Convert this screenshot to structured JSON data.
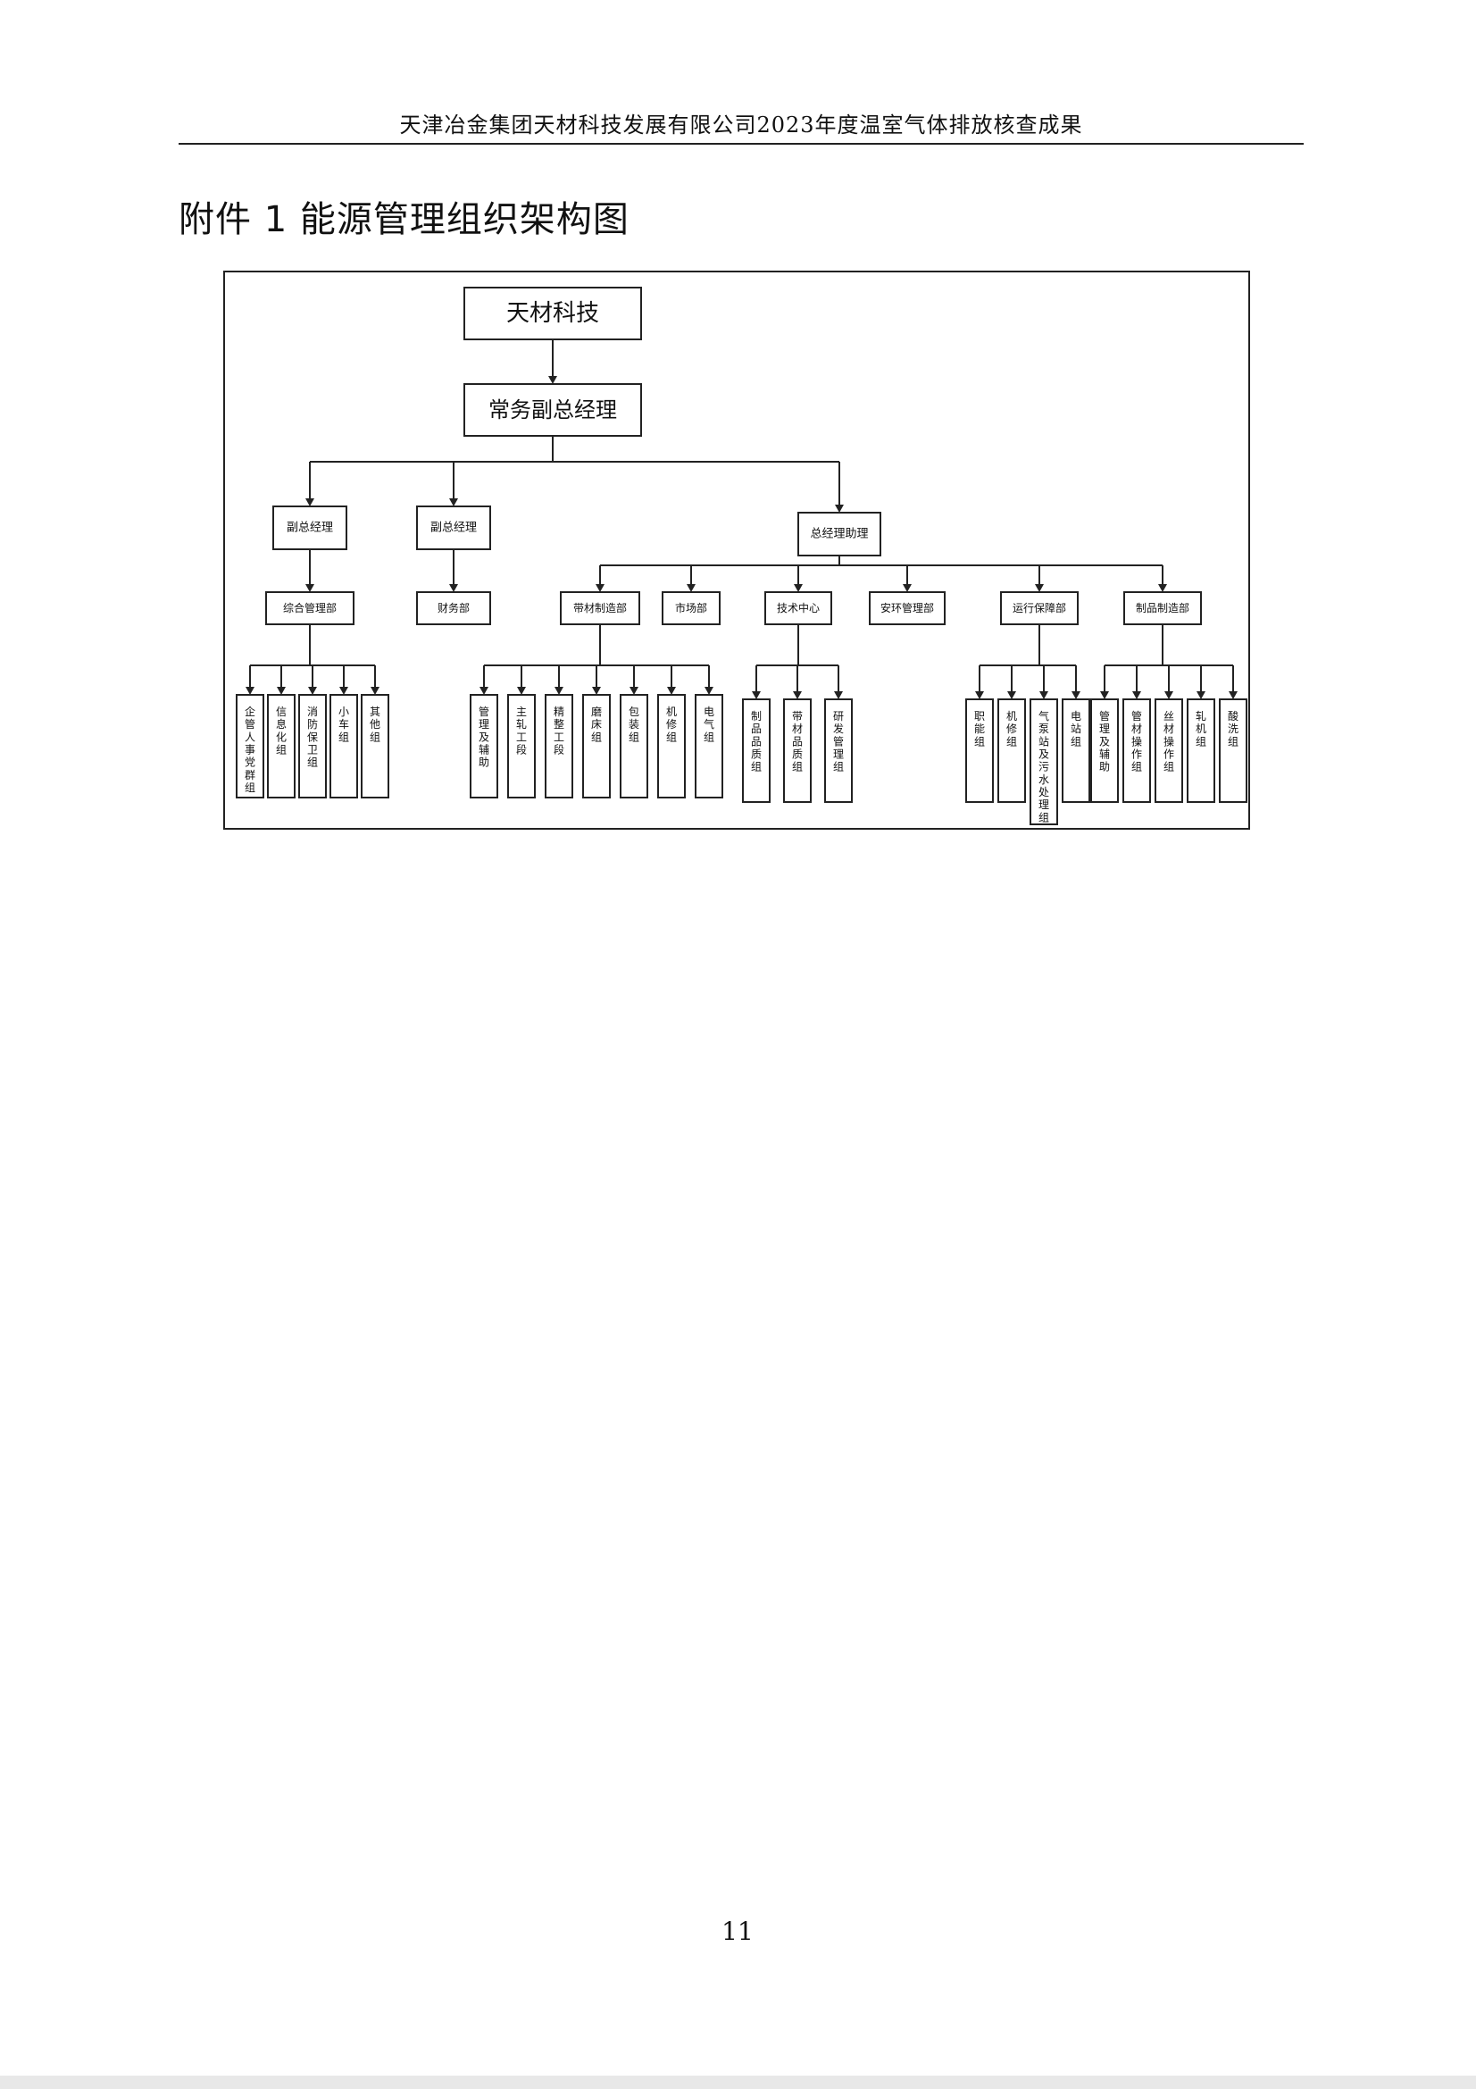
{
  "header": {
    "text": "天津冶金集团天材科技发展有限公司2023年度温室气体排放核查成果"
  },
  "attachment_title": "附件 1  能源管理组织架构图",
  "org_chart": {
    "root": "天材科技",
    "level1": "常务副总经理",
    "level2": [
      "副总经理",
      "副总经理",
      "总经理助理"
    ],
    "dept_left": [
      "综合管理部",
      "财务部"
    ],
    "depts_right": [
      "带材制造部",
      "市场部",
      "技术中心",
      "安环管理部",
      "运行保障部",
      "制品制造部"
    ],
    "groups": {
      "zonghe": [
        "企管人事党群组",
        "信息化组",
        "消防保卫组",
        "小车组",
        "其他组"
      ],
      "daicai": [
        "管理及辅助",
        "主轧工段",
        "精整工段",
        "磨床组",
        "包装组",
        "机修组",
        "电气组"
      ],
      "jishu": [
        "制品品质组",
        "带材品质组",
        "研发管理组"
      ],
      "yunxing": [
        "职能组",
        "机修组",
        "气泵站及污水处理组",
        "电站组"
      ],
      "zhipin": [
        "管理及辅助",
        "管材操作组",
        "丝材操作组",
        "轧机组",
        "酸洗组"
      ]
    }
  },
  "page_number": "11"
}
